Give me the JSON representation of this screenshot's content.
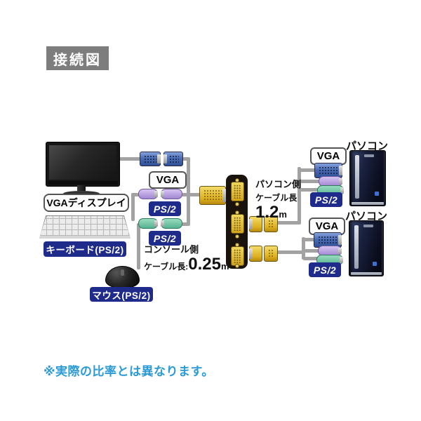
{
  "title": "接続図",
  "footnote": "※実際の比率とは異なります。",
  "colors": {
    "title_bg": "#7d7d7d",
    "label_navy": "#1f2b8a",
    "footnote_blue": "#2b9ad6",
    "cable_gray": "#a2a2a2",
    "vga_connector_blue": "#4a6cb4",
    "ps2_keyboard_purple": "#a287d2",
    "ps2_mouse_green": "#55b390",
    "kvm_connector_yellow": "#dcaf1e",
    "kvm_switch_black": "#1a130d"
  },
  "console": {
    "display_label": "VGAディスプレイ",
    "keyboard_label": "キーボード(PS/2)",
    "mouse_label": "マウス(PS/2)",
    "vga_label": "VGA",
    "ps2_keyboard_label": "PS/2",
    "ps2_mouse_label": "PS/2",
    "cable_note": {
      "line1": "コンソール側",
      "line2": "ケーブル長:",
      "value": "0.25",
      "unit": "m"
    }
  },
  "kvm_switch": {
    "port_count": 3
  },
  "pc_side": {
    "cable_note": {
      "line1": "パソコン側",
      "line2": "ケーブル長",
      "value": "1.2",
      "unit": "m"
    },
    "computers": [
      {
        "name": "パソコン1",
        "vga_label": "VGA",
        "ps2_label": "PS/2"
      },
      {
        "name": "パソコン2",
        "vga_label": "VGA",
        "ps2_label": "PS/2"
      }
    ]
  }
}
